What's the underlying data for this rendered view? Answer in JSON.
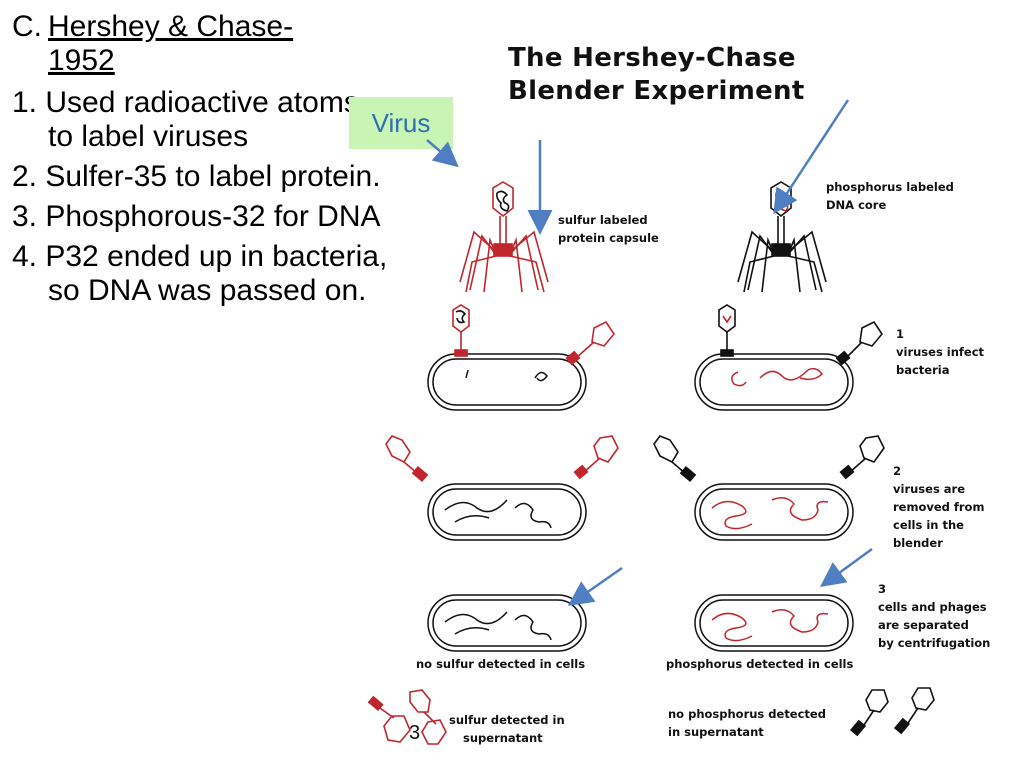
{
  "slide": {
    "heading_prefix": "C.",
    "heading_title_line1": "Hershey & Chase-",
    "heading_title_line2": "1952",
    "points": [
      "1. Used radioactive atoms to label viruses",
      "2. Sulfer-35 to label protein.",
      "3. Phosphorous-32 for DNA",
      "4. P32 ended up in bacteria, so DNA was passed on."
    ],
    "virus_callout": "Virus",
    "page_number": "3"
  },
  "diagram": {
    "title_line1": "The Hershey-Chase",
    "title_line2": "Blender Experiment",
    "sulfur_label_line1": "sulfur labeled",
    "sulfur_label_line2": "protein capsule",
    "phosphorus_label_line1": "phosphorus labeled",
    "phosphorus_label_line2": "DNA core",
    "step1_num": "1",
    "step1_line1": "viruses infect",
    "step1_line2": "bacteria",
    "step2_num": "2",
    "step2_line1": "viruses are",
    "step2_line2": "removed from",
    "step2_line3": "cells in the",
    "step2_line4": "blender",
    "step3_num": "3",
    "step3_line1": "cells and phages",
    "step3_line2": "are separated",
    "step3_line3": "by centrifugation",
    "no_sulfur_cells": "no sulfur detected in cells",
    "phosphorus_cells": "phosphorus detected in cells",
    "sulfur_super_line1": "sulfur detected in",
    "sulfur_super_line2": "supernatant",
    "no_phos_super_line1": "no phosphorus detected",
    "no_phos_super_line2": "in supernatant"
  },
  "colors": {
    "sulfur_red": "#c0272d",
    "phosphorus_black": "#111111",
    "arrow_blue": "#4f7fc0",
    "callout_green": "#c8f5b4"
  }
}
